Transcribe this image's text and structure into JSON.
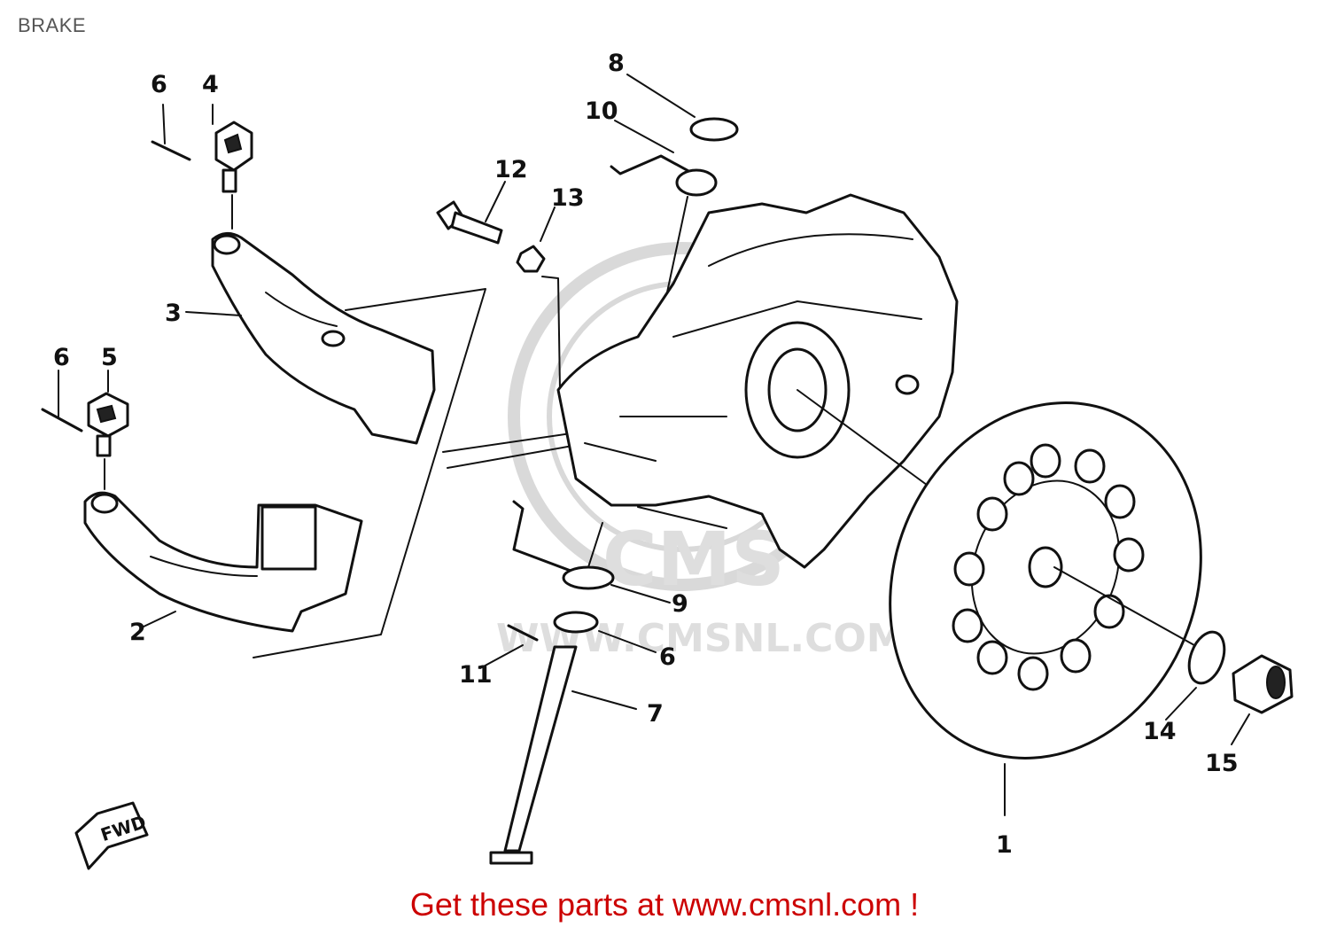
{
  "title": "BRAKE",
  "watermark": {
    "brand": "CMS",
    "url": "WWW.CMSNL.COM"
  },
  "fwd_label": "FWD",
  "footer": {
    "text": "Get these parts at www.cmsnl.com !",
    "color": "#cc0000"
  },
  "callouts": {
    "c1": "1",
    "c2": "2",
    "c3": "3",
    "c4": "4",
    "c5": "5",
    "c6a": "6",
    "c6b": "6",
    "c6c": "6",
    "c7": "7",
    "c8": "8",
    "c9": "9",
    "c10": "10",
    "c11": "11",
    "c12": "12",
    "c13": "13",
    "c14": "14",
    "c15": "15"
  }
}
